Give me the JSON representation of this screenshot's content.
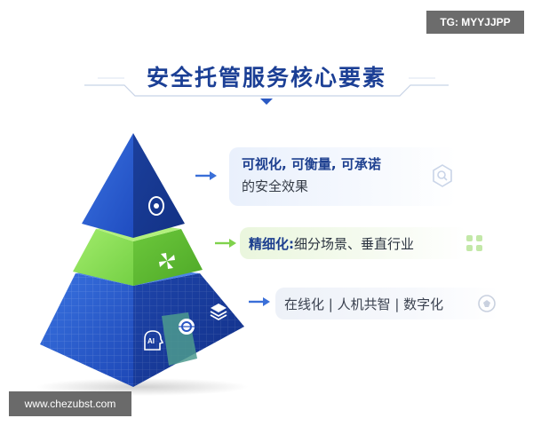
{
  "title": "安全托管服务核心要素",
  "corner_badge": "TG: MYYJJPP",
  "watermark": "www.chezubst.com",
  "tiers": [
    {
      "line1": "可视化, 可衡量, 可承诺",
      "line2": "的安全效果",
      "color": "#1f4fbf"
    },
    {
      "label": "精细化:",
      "text": "细分场景、垂直行业",
      "color": "#7ed957"
    },
    {
      "text": "在线化 | 人机共智 | 数字化",
      "color": "#2250c2"
    }
  ],
  "base_icons": {
    "ai_label": "AI"
  },
  "colors": {
    "title": "#1b3f95",
    "accent_blue": "#2555c8",
    "accent_green": "#8bdc5a"
  }
}
